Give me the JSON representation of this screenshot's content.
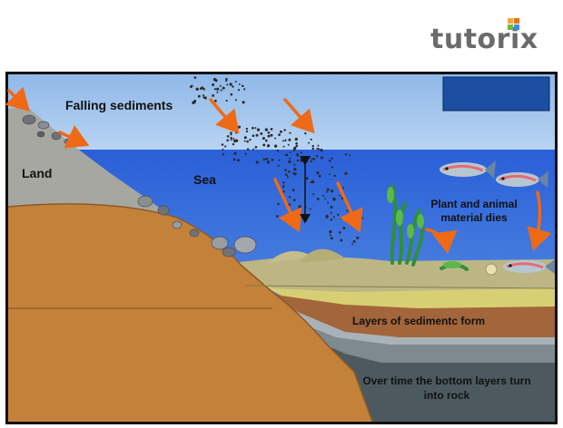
{
  "brand": {
    "logo_text": "tutorix",
    "accent": "#e8711a",
    "logo_color": "#6b6b6b"
  },
  "labels": {
    "falling": "Falling sediments",
    "land": "Land",
    "sea": "Sea",
    "plant": "Plant and animal material dies",
    "layers": "Layers of sedimentc form",
    "rock": "Over time the bottom layers turn into rock"
  },
  "colors": {
    "sky": "#aac9ec",
    "sea": "#2f62d6",
    "land": "#a6a6a0",
    "earth": "#c07f38",
    "sediment": "#b9b27c",
    "box": "#1a4fa2"
  },
  "icons": [
    "fish-icon",
    "seaweed-icon",
    "rock-pebbles-icon",
    "arrow-icon"
  ]
}
